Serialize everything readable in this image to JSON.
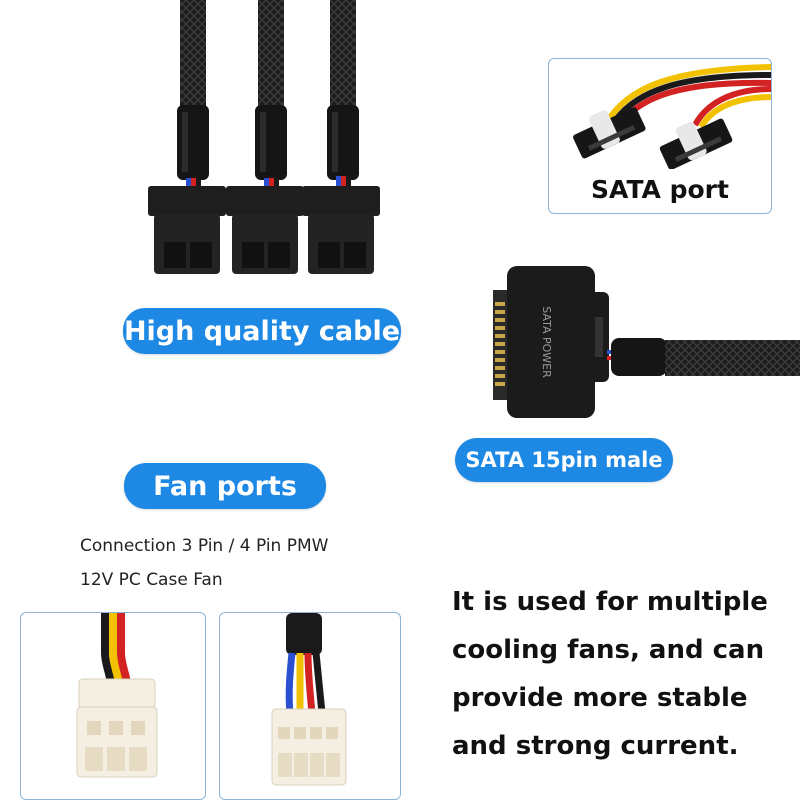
{
  "labels": {
    "high_quality": "High quality cable",
    "fan_ports": "Fan ports",
    "sata_port": "SATA port",
    "sata_male": "SATA 15pin male",
    "sata_power_print": "SATA POWER"
  },
  "description": {
    "line1": "Connection 3 Pin / 4 Pin PMW",
    "line2": "12V PC Case Fan"
  },
  "body_text": {
    "line1": "It is used for multiple",
    "line2": "cooling fans, and can",
    "line3": "provide more stable",
    "line4": "and strong current."
  },
  "colors": {
    "accent": "#1e88e5",
    "frame_border": "#8cb4d8",
    "cable_black": "#1a1a1a",
    "wire_yellow": "#f2c200",
    "wire_red": "#d32222",
    "wire_blue": "#2a4fd0",
    "connector_white": "#f4efe2"
  }
}
